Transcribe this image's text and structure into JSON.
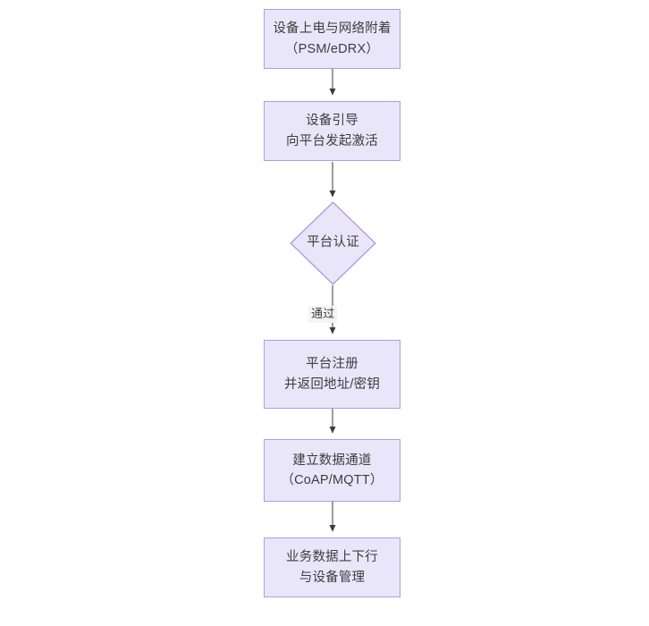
{
  "diagram": {
    "type": "flowchart",
    "orientation": "top-to-bottom",
    "title": "",
    "theme": {
      "node_fill": "#e9e6fa",
      "node_stroke": "#b09be0",
      "text_color": "#3d3d3d",
      "edge_color": "#4d4d4d",
      "edge_label_background": "#f4f4f4",
      "canvas_background": "#ffffff"
    },
    "nodes": [
      {
        "id": "n1",
        "shape": "rectangle",
        "lines": [
          "设备上电与网络附着",
          "（PSM/eDRX）"
        ]
      },
      {
        "id": "n2",
        "shape": "rectangle",
        "lines": [
          "设备引导",
          "向平台发起激活"
        ]
      },
      {
        "id": "n3",
        "shape": "diamond",
        "lines": [
          "平台认证"
        ]
      },
      {
        "id": "n4",
        "shape": "rectangle",
        "lines": [
          "平台注册",
          "并返回地址/密钥"
        ]
      },
      {
        "id": "n5",
        "shape": "rectangle",
        "lines": [
          "建立数据通道",
          "（CoAP/MQTT）"
        ]
      },
      {
        "id": "n6",
        "shape": "rectangle",
        "lines": [
          "业务数据上下行",
          "与设备管理"
        ]
      }
    ],
    "edges": [
      {
        "id": "e1",
        "from": "n1",
        "to": "n2",
        "label": ""
      },
      {
        "id": "e2",
        "from": "n2",
        "to": "n3",
        "label": ""
      },
      {
        "id": "e3",
        "from": "n3",
        "to": "n4",
        "label": "通过"
      },
      {
        "id": "e4",
        "from": "n4",
        "to": "n5",
        "label": ""
      },
      {
        "id": "e5",
        "from": "n5",
        "to": "n6",
        "label": ""
      }
    ]
  }
}
